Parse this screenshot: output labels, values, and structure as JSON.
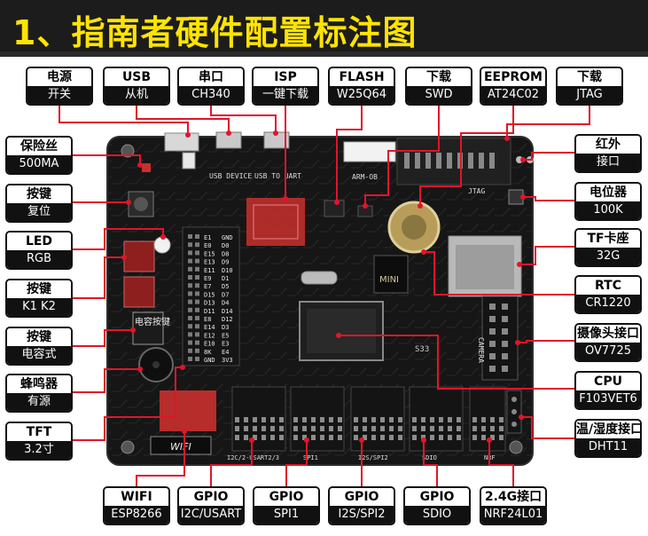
{
  "header": {
    "title": "1、指南者硬件配置标注图",
    "title_color": "#ffe400",
    "bg_color": "#1c1c1c"
  },
  "accent": "#e0152a",
  "top_labels": [
    {
      "key": "power",
      "title": "电源",
      "value": "开关"
    },
    {
      "key": "usb",
      "title": "USB",
      "value": "从机"
    },
    {
      "key": "serial",
      "title": "串口",
      "value": "CH340"
    },
    {
      "key": "isp",
      "title": "ISP",
      "value": "一键下载"
    },
    {
      "key": "flash",
      "title": "FLASH",
      "value": "W25Q64"
    },
    {
      "key": "swd",
      "title": "下载",
      "value": "SWD"
    },
    {
      "key": "eeprom",
      "title": "EEPROM",
      "value": "AT24C02"
    },
    {
      "key": "jtag",
      "title": "下载",
      "value": "JTAG"
    }
  ],
  "left_labels": [
    {
      "key": "fuse",
      "title": "保险丝",
      "value": "500MA"
    },
    {
      "key": "reset",
      "title": "按键",
      "value": "复位"
    },
    {
      "key": "led",
      "title": "LED",
      "value": "RGB"
    },
    {
      "key": "keys",
      "title": "按键",
      "value": "K1 K2"
    },
    {
      "key": "touch",
      "title": "按键",
      "value": "电容式"
    },
    {
      "key": "buzzer",
      "title": "蜂鸣器",
      "value": "有源"
    },
    {
      "key": "tft",
      "title": "TFT",
      "value": "3.2寸"
    }
  ],
  "right_labels": [
    {
      "key": "ir",
      "title": "红外",
      "value": "接口"
    },
    {
      "key": "pot",
      "title": "电位器",
      "value": "100K"
    },
    {
      "key": "tf",
      "title": "TF卡座",
      "value": "32G"
    },
    {
      "key": "rtc",
      "title": "RTC",
      "value": "CR1220"
    },
    {
      "key": "camera",
      "title": "摄像头接口",
      "value": "OV7725"
    },
    {
      "key": "cpu",
      "title": "CPU",
      "value": "F103VET6"
    },
    {
      "key": "dht",
      "title": "温/湿度接口",
      "value": "DHT11"
    }
  ],
  "bottom_labels": [
    {
      "key": "wifi",
      "title": "WIFI",
      "value": "ESP8266"
    },
    {
      "key": "gpio1",
      "title": "GPIO",
      "value": "I2C/USART"
    },
    {
      "key": "gpio2",
      "title": "GPIO",
      "value": "SPI1"
    },
    {
      "key": "gpio3",
      "title": "GPIO",
      "value": "I2S/SPI2"
    },
    {
      "key": "gpio4",
      "title": "GPIO",
      "value": "SDIO"
    },
    {
      "key": "nrf",
      "title": "2.4G接口",
      "value": "NRF24L01"
    }
  ],
  "board": {
    "silkscreen": {
      "usb_device": "USB DEVICE",
      "usb_to_uart": "USB TO UART",
      "arm_ob": "ARM-OB",
      "jtag": "JTAG",
      "camera": "CAMERA",
      "wifi": "WIFI",
      "mini": "MINI",
      "touch_key": "电容按键",
      "gpio1": "I2C/2-USART2/3",
      "gpio2": "SPI1",
      "gpio3": "I2S/SPI2",
      "gpio4": "SDIO",
      "gpio5": "NRF",
      "s33": "S33",
      "e_pins": [
        "E1",
        "E0",
        "E15",
        "E13",
        "E11",
        "E9",
        "E7",
        "D15",
        "D13",
        "D11",
        "E8",
        "E14",
        "E12",
        "E10",
        "8K",
        "GND"
      ],
      "d_pins": [
        "GND",
        "D0",
        "D8",
        "D9",
        "D10",
        "D1",
        "D5",
        "D7",
        "D4",
        "D14",
        "D12",
        "D3",
        "E5",
        "E3",
        "E4",
        "3V3"
      ]
    }
  }
}
